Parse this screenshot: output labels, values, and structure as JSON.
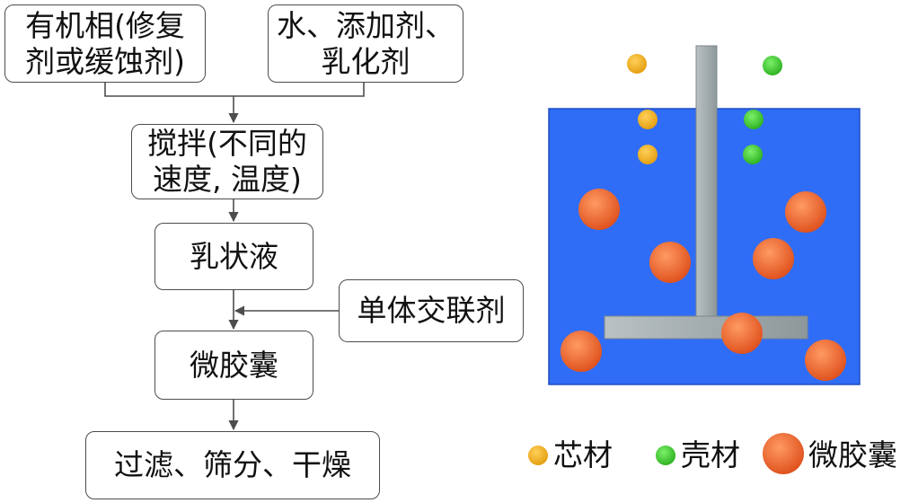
{
  "flowchart": {
    "organic_phase": [
      "有机相(修复",
      "剂或缓蚀剂)"
    ],
    "water_additives": [
      "水、添加剂、",
      "乳化剂"
    ],
    "stirring": [
      "搅拌(不同的",
      "速度, 温度)"
    ],
    "emulsion": "乳状液",
    "monomer_crosslinker": "单体交联剂",
    "microcapsule": "微胶囊",
    "post_processing": "过滤、筛分、干燥"
  },
  "legend": {
    "core_material": "芯材",
    "shell_material": "壳材",
    "microcapsule": "微胶囊"
  },
  "colors": {
    "tank_fill": "#2f6df6",
    "tank_border": "#1f4fc0",
    "stirrer": "#9aa3a6",
    "core_dot": "#f2b321",
    "shell_dot": "#3ecb2f",
    "capsule": "#ef6f3a",
    "box_border": "#4d4d4d",
    "arrow": "#4d4d4d"
  }
}
